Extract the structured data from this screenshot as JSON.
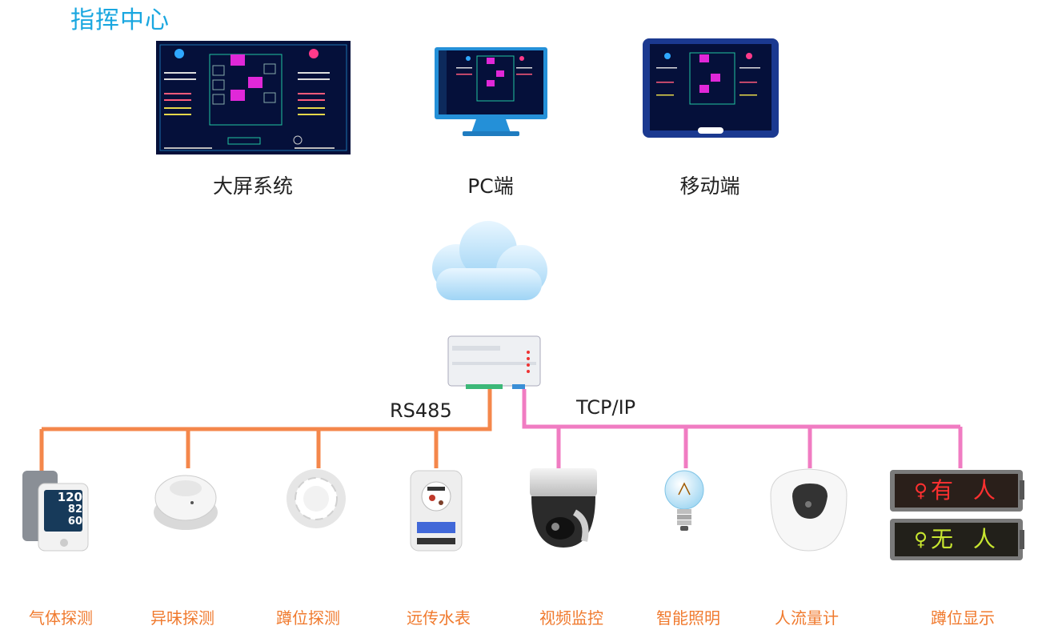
{
  "title": "指挥中心",
  "screens": [
    {
      "id": "big",
      "label": "大屏系统"
    },
    {
      "id": "pc",
      "label": "PC端"
    },
    {
      "id": "mobile",
      "label": "移动端"
    }
  ],
  "bus": {
    "rs485": "RS485",
    "tcpip": "TCP/IP"
  },
  "devices": [
    {
      "label": "气体探测",
      "bus": "rs485"
    },
    {
      "label": "异味探测",
      "bus": "rs485"
    },
    {
      "label": "蹲位探测",
      "bus": "rs485"
    },
    {
      "label": "远传水表",
      "bus": "rs485"
    },
    {
      "label": "视频监控",
      "bus": "tcpip"
    },
    {
      "label": "智能照明",
      "bus": "tcpip"
    },
    {
      "label": "人流量计",
      "bus": "tcpip"
    },
    {
      "label": "蹲位显示",
      "bus": "tcpip"
    }
  ],
  "gas_display": {
    "v1": "120",
    "v2": "82",
    "v3": "60"
  },
  "led_signs": [
    {
      "text": "有 人",
      "color": "#ff3030"
    },
    {
      "text": "无 人",
      "color": "#c8e630"
    }
  ],
  "colors": {
    "rs485": "#f4874b",
    "tcpip": "#f07cc2",
    "title": "#1aa7e0",
    "device_label": "#f07a2e"
  }
}
